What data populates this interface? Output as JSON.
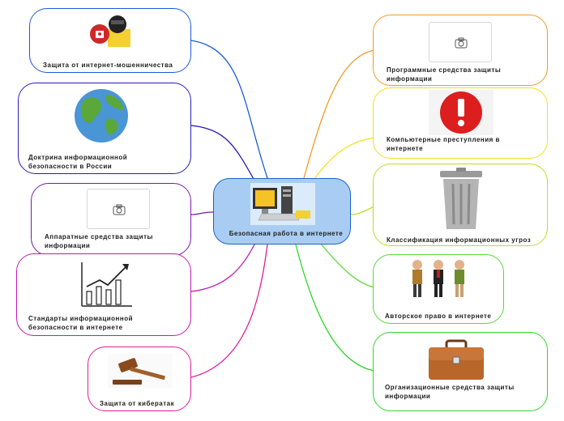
{
  "center": {
    "label": "Безопасная работа в интернете",
    "color": "#1a63c8",
    "fill": "#a9cdf2"
  },
  "nodes": [
    {
      "key": "fraud",
      "label": "Защита от интернет-мошенничества",
      "color": "#1a5ad6",
      "icon": "hacker-icon"
    },
    {
      "key": "doctrine",
      "label": "Доктрина информационной безопасности в России",
      "color": "#2a1ab8",
      "icon": "globe-icon"
    },
    {
      "key": "hardware",
      "label": "Аппаратные средства защиты информации",
      "color": "#7a1aa8",
      "icon": "camera-placeholder-icon"
    },
    {
      "key": "standards",
      "label": "Стандарты информационной безопасности в интернете",
      "color": "#c21ab0",
      "icon": "chart-drawing-icon"
    },
    {
      "key": "cyberattack",
      "label": "Защита от кибератак",
      "color": "#e01e9a",
      "icon": "gavel-icon"
    },
    {
      "key": "software",
      "label": "Программные средства защиты информации",
      "color": "#f39a26",
      "icon": "camera-placeholder-icon"
    },
    {
      "key": "crimes",
      "label": "Компьютерные преступления в интернете",
      "color": "#f0e21a",
      "icon": "exclamation-icon"
    },
    {
      "key": "threats",
      "label": "Классификация информационных угроз",
      "color": "#b4e21e",
      "icon": "trash-can-icon"
    },
    {
      "key": "copyright",
      "label": "Авторское право в интернете",
      "color": "#5cd63a",
      "icon": "people-icon"
    },
    {
      "key": "organizational",
      "label": "Организационные средства защиты информации",
      "color": "#2fd62a",
      "icon": "briefcase-icon"
    }
  ]
}
